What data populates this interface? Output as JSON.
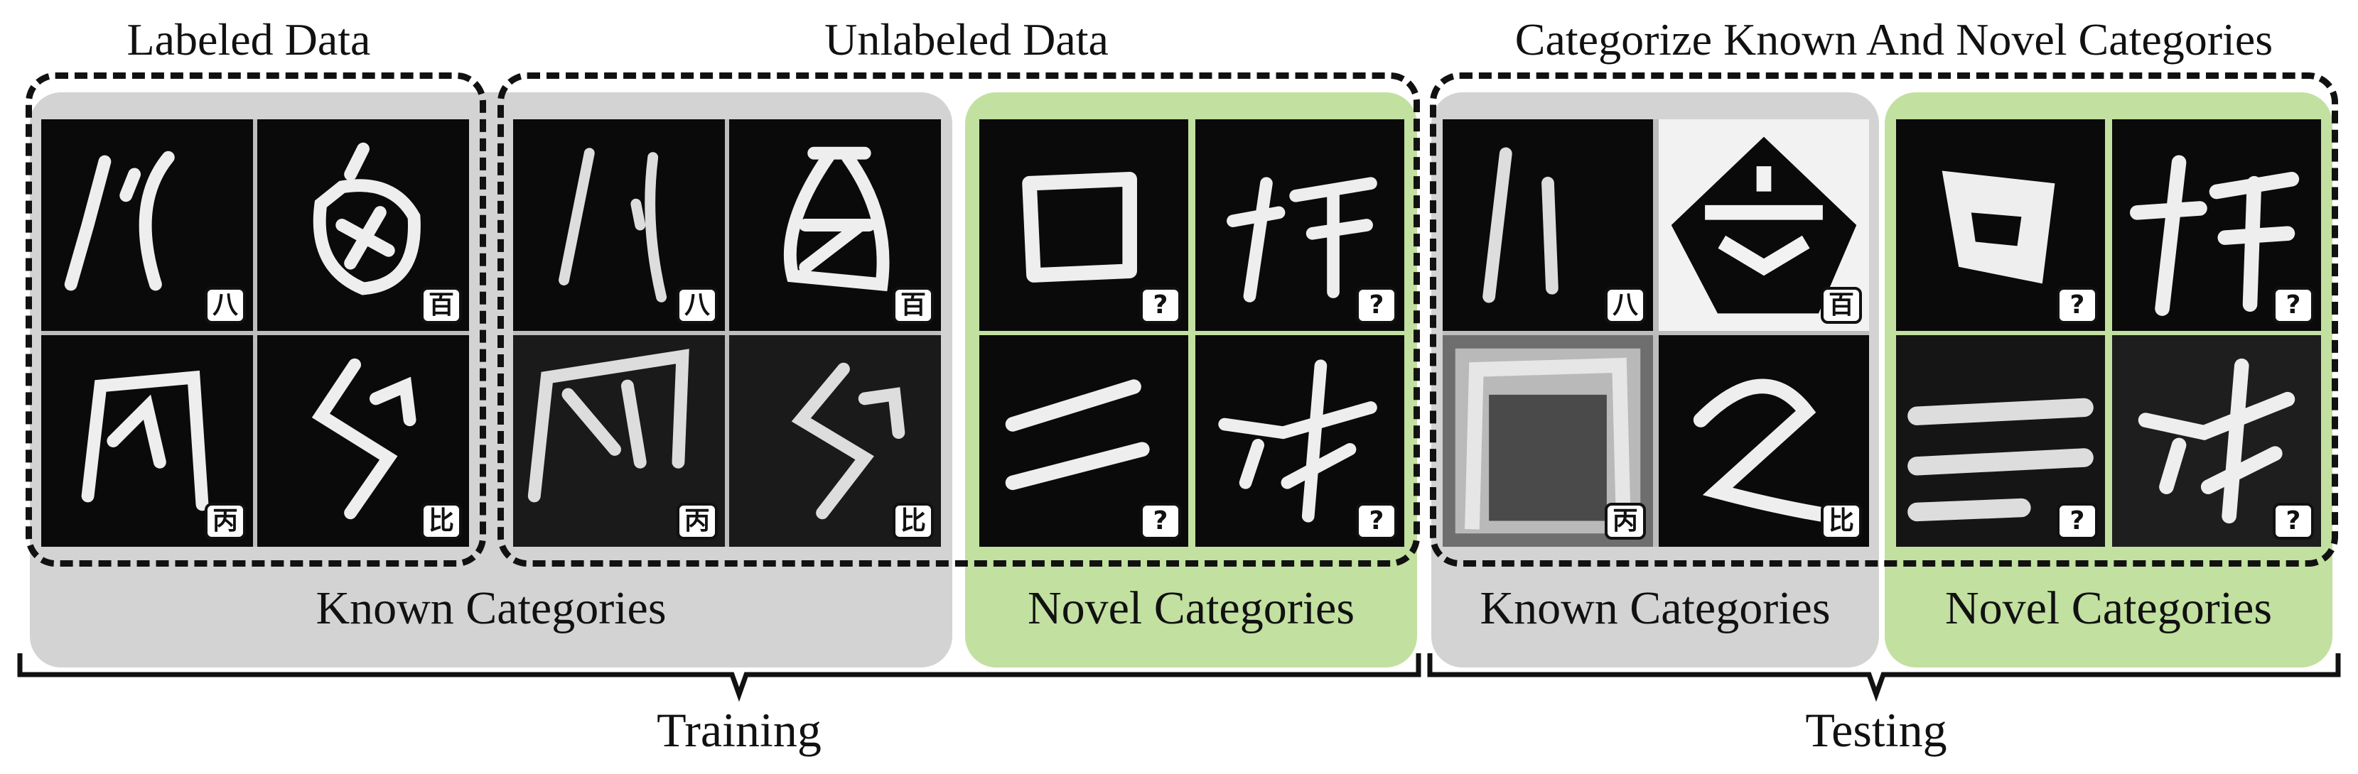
{
  "headers": {
    "labeled": "Labeled Data",
    "unlabeled": "Unlabeled Data",
    "categorize": "Categorize Known And Novel Categories"
  },
  "panels": {
    "train_known": "Known Categories",
    "train_novel": "Novel Categories",
    "test_known": "Known Categories",
    "test_novel": "Novel Categories"
  },
  "phases": {
    "training": "Training",
    "testing": "Testing"
  },
  "tile_labels": {
    "g1": [
      "八",
      "百",
      "丙",
      "比"
    ],
    "g2": [
      "八",
      "百",
      "丙",
      "比"
    ],
    "g3": [
      "?",
      "?",
      "?",
      "?"
    ],
    "g4": [
      "八",
      "百",
      "丙",
      "比"
    ],
    "g5": [
      "?",
      "?",
      "?",
      "?"
    ]
  },
  "colors": {
    "known_panel": "#d3d3d3",
    "novel_panel": "#c2e0a0"
  }
}
